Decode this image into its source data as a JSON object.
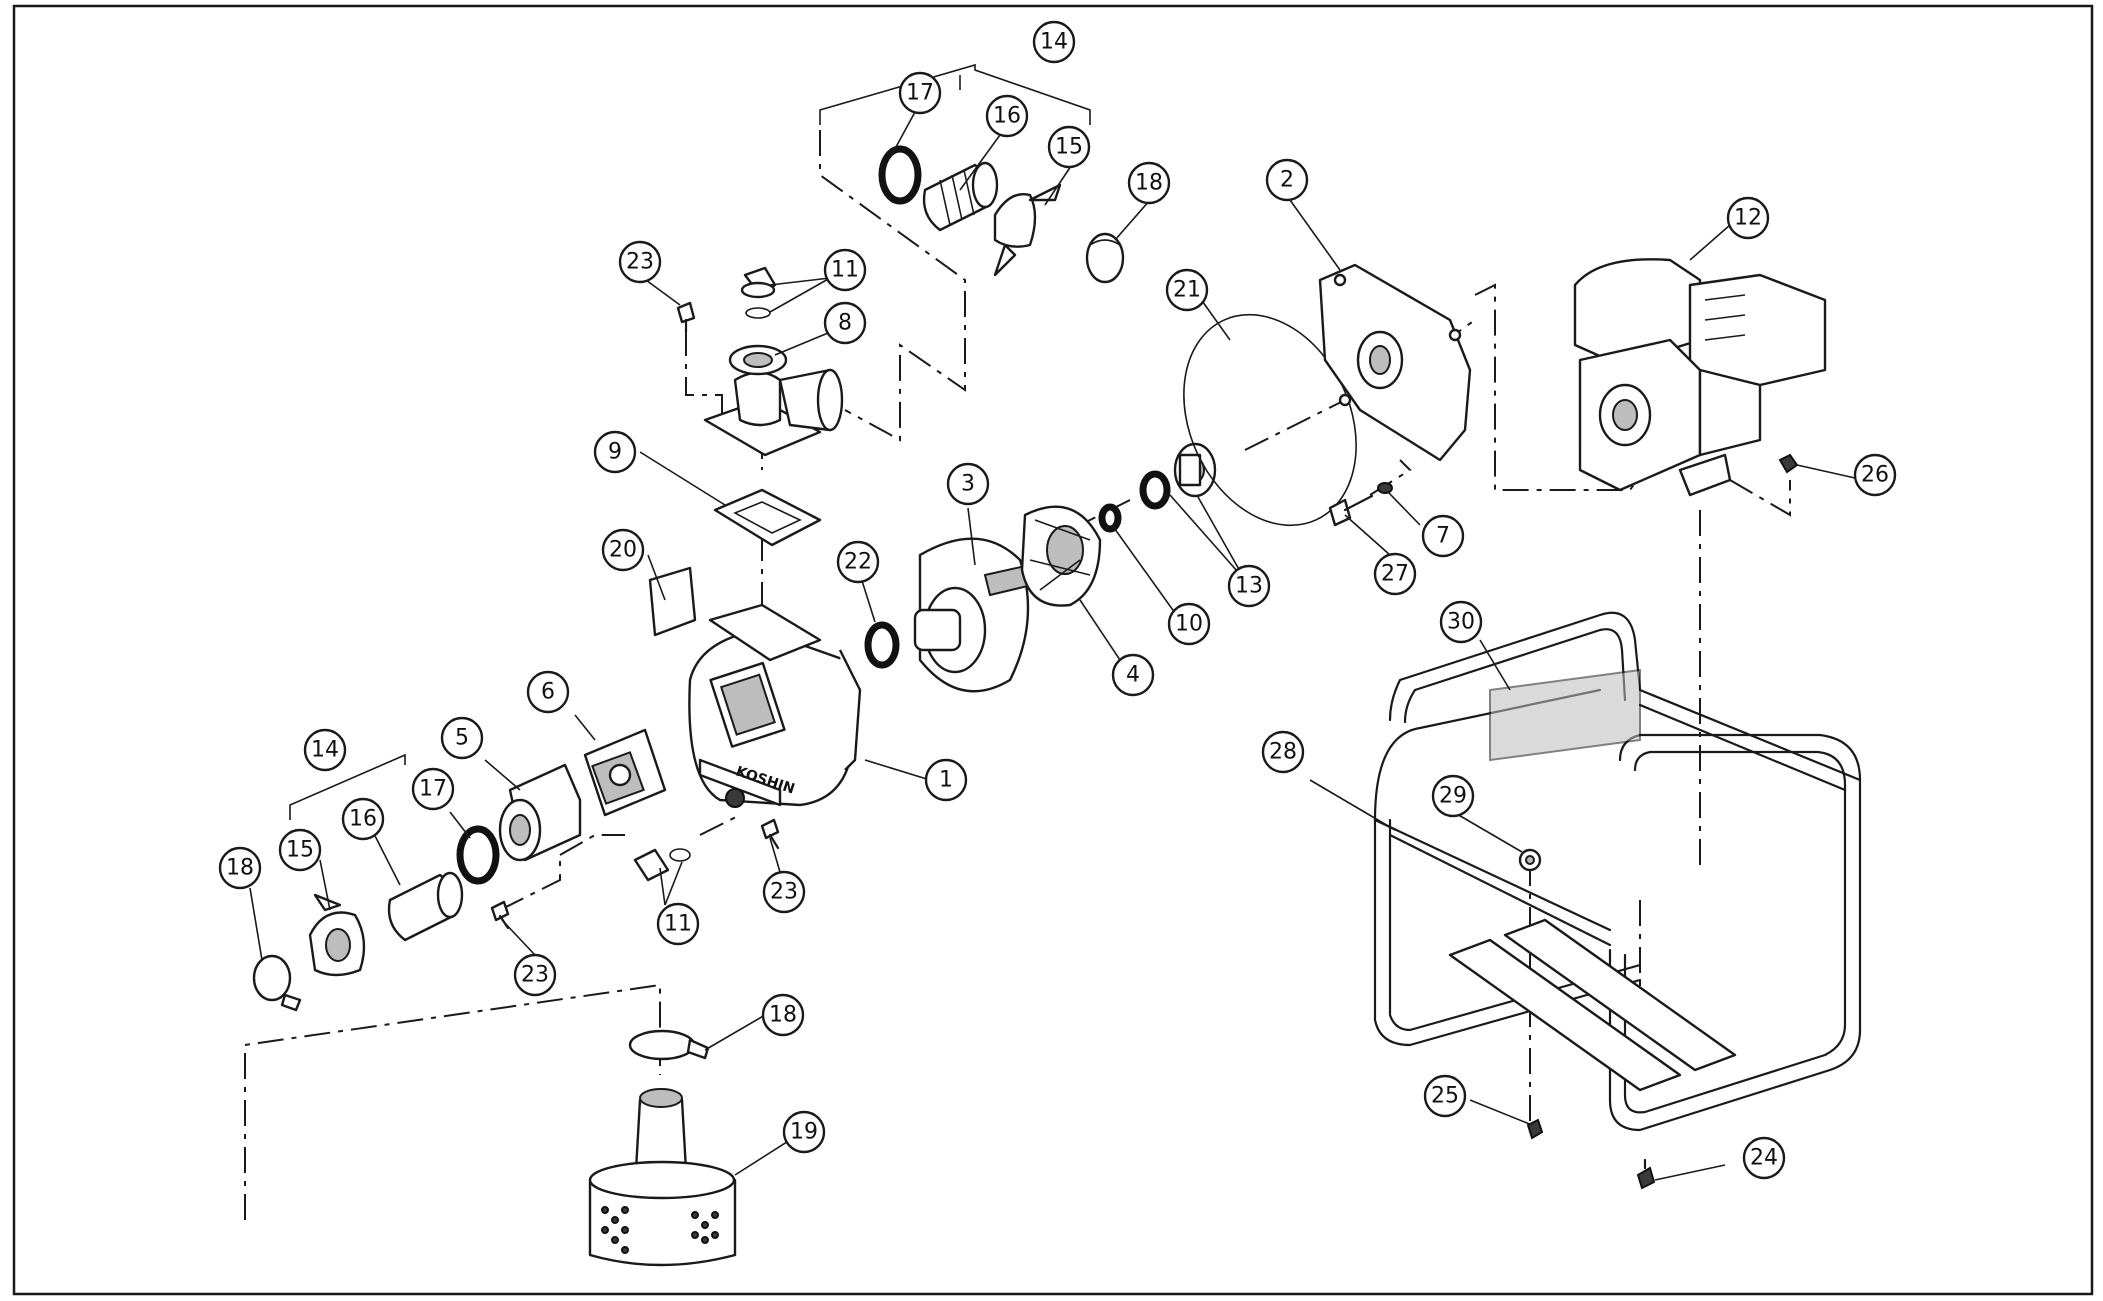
{
  "callouts": [
    {
      "id": "c1",
      "label": "1"
    },
    {
      "id": "c2",
      "label": "2"
    },
    {
      "id": "c3",
      "label": "3"
    },
    {
      "id": "c4",
      "label": "4"
    },
    {
      "id": "c5",
      "label": "5"
    },
    {
      "id": "c6",
      "label": "6"
    },
    {
      "id": "c7",
      "label": "7"
    },
    {
      "id": "c8",
      "label": "8"
    },
    {
      "id": "c9",
      "label": "9"
    },
    {
      "id": "c10",
      "label": "10"
    },
    {
      "id": "c11a",
      "label": "11"
    },
    {
      "id": "c11b",
      "label": "11"
    },
    {
      "id": "c12",
      "label": "12"
    },
    {
      "id": "c13",
      "label": "13"
    },
    {
      "id": "c14a",
      "label": "14"
    },
    {
      "id": "c14b",
      "label": "14"
    },
    {
      "id": "c15a",
      "label": "15"
    },
    {
      "id": "c15b",
      "label": "15"
    },
    {
      "id": "c16a",
      "label": "16"
    },
    {
      "id": "c16b",
      "label": "16"
    },
    {
      "id": "c17a",
      "label": "17"
    },
    {
      "id": "c17b",
      "label": "17"
    },
    {
      "id": "c18a",
      "label": "18"
    },
    {
      "id": "c18b",
      "label": "18"
    },
    {
      "id": "c18c",
      "label": "18"
    },
    {
      "id": "c19",
      "label": "19"
    },
    {
      "id": "c20",
      "label": "20"
    },
    {
      "id": "c21",
      "label": "21"
    },
    {
      "id": "c22",
      "label": "22"
    },
    {
      "id": "c23a",
      "label": "23"
    },
    {
      "id": "c23b",
      "label": "23"
    },
    {
      "id": "c23c",
      "label": "23"
    },
    {
      "id": "c24",
      "label": "24"
    },
    {
      "id": "c25",
      "label": "25"
    },
    {
      "id": "c26",
      "label": "26"
    },
    {
      "id": "c27",
      "label": "27"
    },
    {
      "id": "c28",
      "label": "28"
    },
    {
      "id": "c29",
      "label": "29"
    },
    {
      "id": "c30",
      "label": "30"
    }
  ]
}
